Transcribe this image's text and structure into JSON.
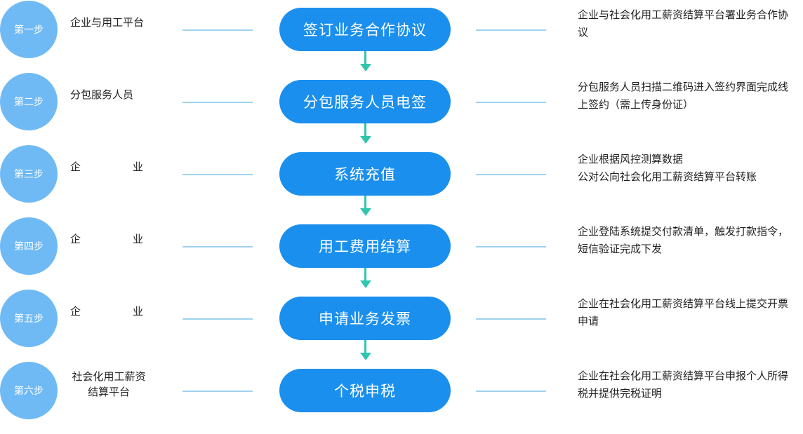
{
  "steps": [
    {
      "label": "第一步",
      "actor": "企业与用工平台",
      "title": "签订业务合作协议",
      "desc": "企业与社会化用工薪资结算平台署业务合作协议"
    },
    {
      "label": "第二步",
      "actor": "分包服务人员",
      "title": "分包服务人员电签",
      "desc": "分包服务人员扫描二维码进入签约界面完成线上签约（需上传身份证）"
    },
    {
      "label": "第三步",
      "actor_a": "企",
      "actor_b": "业",
      "title": "系统充值",
      "desc_1": "企业根据风控测算数据",
      "desc_2": "公对公向社会化用工薪资结算平台转账"
    },
    {
      "label": "第四步",
      "actor_a": "企",
      "actor_b": "业",
      "title": "用工费用结算",
      "desc": "企业登陆系统提交付款清单，触发打款指令，短信验证完成下发"
    },
    {
      "label": "第五步",
      "actor_a": "企",
      "actor_b": "业",
      "title": "申请业务发票",
      "desc": "企业在社会化用工薪资结算平台线上提交开票申请"
    },
    {
      "label": "第六步",
      "actor": "社会化用工薪资结算平台",
      "title": "个税申税",
      "desc": "企业在社会化用工薪资结算平台申报个人所得税并提供完税证明"
    }
  ],
  "colors": {
    "circle": "#6fbaf4",
    "pill": "#1a8fee",
    "arrow": "#2fc6ae",
    "connector": "#9fd2ee"
  }
}
